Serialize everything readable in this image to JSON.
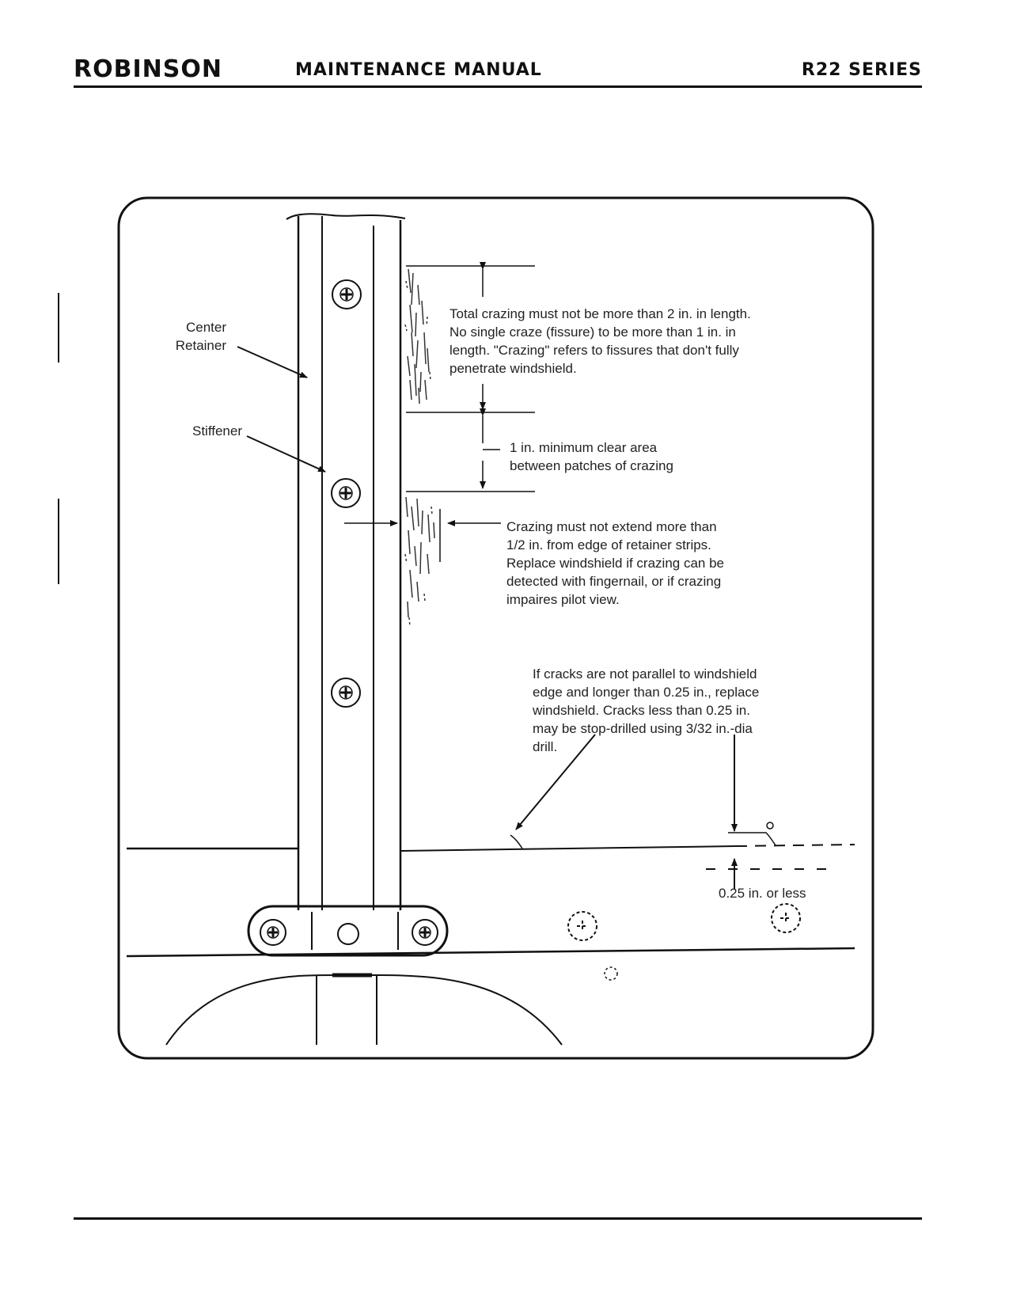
{
  "header": {
    "brand": "ROBINSON",
    "title": "MAINTENANCE MANUAL",
    "series": "R22 SERIES"
  },
  "figure": {
    "labels": {
      "center_retainer": "Center\nRetainer",
      "stiffener": "Stiffener"
    },
    "notes": {
      "total_crazing": "Total crazing must not be more than 2 in. in length.\nNo single craze (fissure) to be more than 1 in. in\nlength. \"Crazing\" refers to fissures that don't fully\npenetrate windshield.",
      "clear_area": "1 in. minimum clear area\nbetween patches of crazing",
      "edge_crazing": "Crazing must not extend more than\n1/2 in. from edge of retainer strips.\nReplace windshield if crazing can be\ndetected with fingernail, or if crazing\nimpaires pilot view.",
      "cracks": "If cracks are not parallel to windshield\nedge and longer than 0.25 in., replace\nwindshield. Cracks less than 0.25 in.\nmay be stop-drilled using 3/32 in.-dia\ndrill.",
      "edge_distance": "0.25 in. or less"
    }
  }
}
